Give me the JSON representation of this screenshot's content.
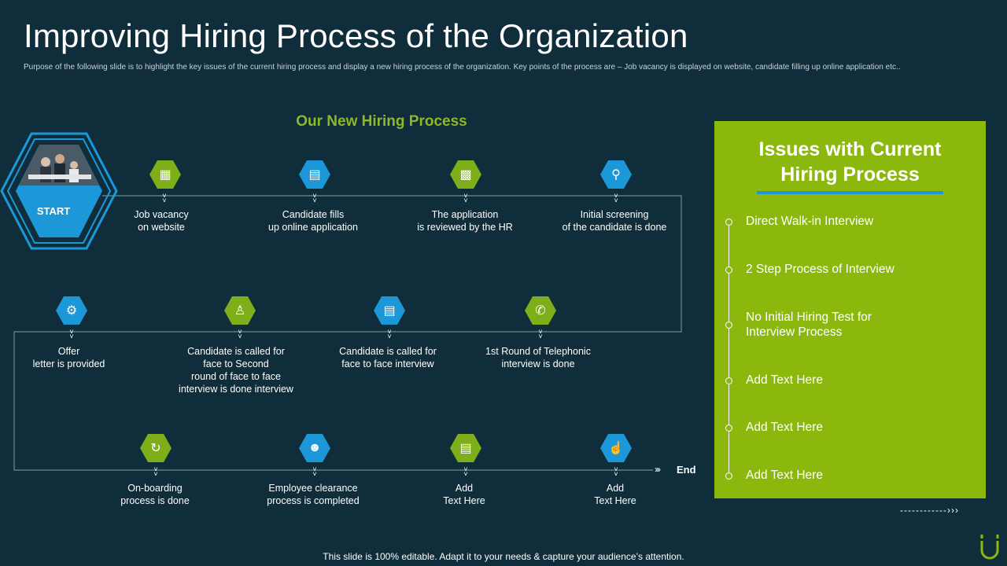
{
  "slide": {
    "title": "Improving Hiring Process of the Organization",
    "subtitle": "Purpose of the following slide is to highlight the key issues of the current hiring process and display a new hiring process of the organization. Key points of the process are – Job vacancy is displayed on website, candidate filling up online application etc..",
    "footer": "This slide is 100% editable. Adapt it to your needs & capture your audience’s attention."
  },
  "process": {
    "heading": "Our New Hiring Process",
    "start_label": "START",
    "end_label": "End",
    "steps": [
      {
        "label": "Job vacancy\non website",
        "icon": "monitor-icon",
        "color": "#7fae1b"
      },
      {
        "label": "Candidate fills\nup online application",
        "icon": "form-icon",
        "color": "#1c97d8"
      },
      {
        "label": "The application\nis reviewed  by the HR",
        "icon": "review-icon",
        "color": "#7fae1b"
      },
      {
        "label": "Initial screening\nof the candidate is done",
        "icon": "search-icon",
        "color": "#1c97d8"
      },
      {
        "label": "1st Round  of Telephonic\ninterview  is done",
        "icon": "phone-icon",
        "color": "#7fae1b"
      },
      {
        "label": "Candidate  is called for\nface to face interview",
        "icon": "document-icon",
        "color": "#1c97d8"
      },
      {
        "label": "Candidate  is called for\nface to Second\nround of face to face\ninterview  is done interview",
        "icon": "team-icon",
        "color": "#7fae1b"
      },
      {
        "label": "Offer\nletter is provided",
        "icon": "offer-icon",
        "color": "#1c97d8"
      },
      {
        "label": "On-boarding\nprocess is done",
        "icon": "onboarding-icon",
        "color": "#7fae1b"
      },
      {
        "label": "Employee clearance\nprocess is completed",
        "icon": "user-icon",
        "color": "#1c97d8"
      },
      {
        "label": "Add\nText Here",
        "icon": "clipboard-icon",
        "color": "#7fae1b"
      },
      {
        "label": "Add\nText Here",
        "icon": "thumbs-up-icon",
        "color": "#1c97d8"
      }
    ]
  },
  "issues": {
    "title": "Issues with Current\nHiring Process",
    "items": [
      "Direct Walk-in Interview",
      "2 Step Process of Interview",
      "No Initial Hiring Test for\nInterview  Process",
      "Add Text Here",
      "Add Text Here",
      "Add Text Here"
    ]
  },
  "colors": {
    "background": "#0f2d3a",
    "green": "#8cb80e",
    "blue": "#1c97d8"
  }
}
